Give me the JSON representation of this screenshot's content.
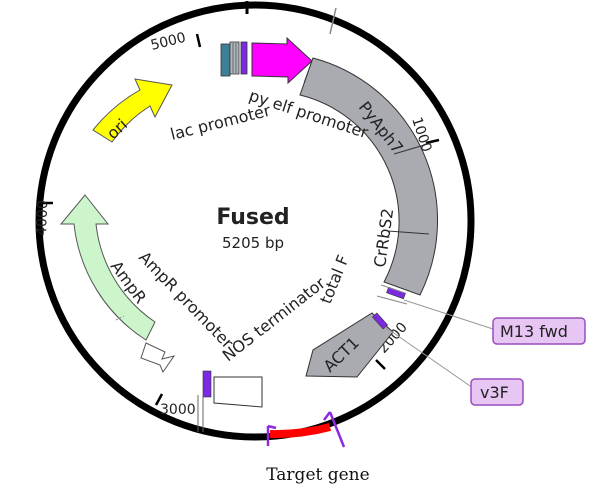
{
  "plasmid": {
    "name": "Fused",
    "size": "5205 bp"
  },
  "ticks": {
    "t1000": "1000",
    "t2000": "2000",
    "t3000": "3000",
    "t4000": "4000",
    "t5000": "5000"
  },
  "features": {
    "ori": "ori",
    "pyaph7": "PyAph7",
    "crrbs2": "CrRbS2",
    "act1": "ACT1",
    "py_elf_promoter": "py elf promoter",
    "lac_promoter": "lac promoter",
    "total_f": "total F",
    "nos_terminator": "NOS terminator",
    "ampr_promoter": "AmpR promoter",
    "ampr": "AmpR"
  },
  "primers": {
    "m13fwd": "M13 fwd",
    "v3f": "v3F"
  },
  "caption": "Target gene",
  "colors": {
    "backbone": "#000000",
    "ori": "#ffff00",
    "magenta": "#ff00ff",
    "gray_feature": "#a9abb0",
    "ampr": "#ccf5cc",
    "target": "#ff0000",
    "primer": "#8a2be2",
    "primer_label_bg": "#e7c6f3",
    "primer_label_border": "#9a4fbf"
  }
}
